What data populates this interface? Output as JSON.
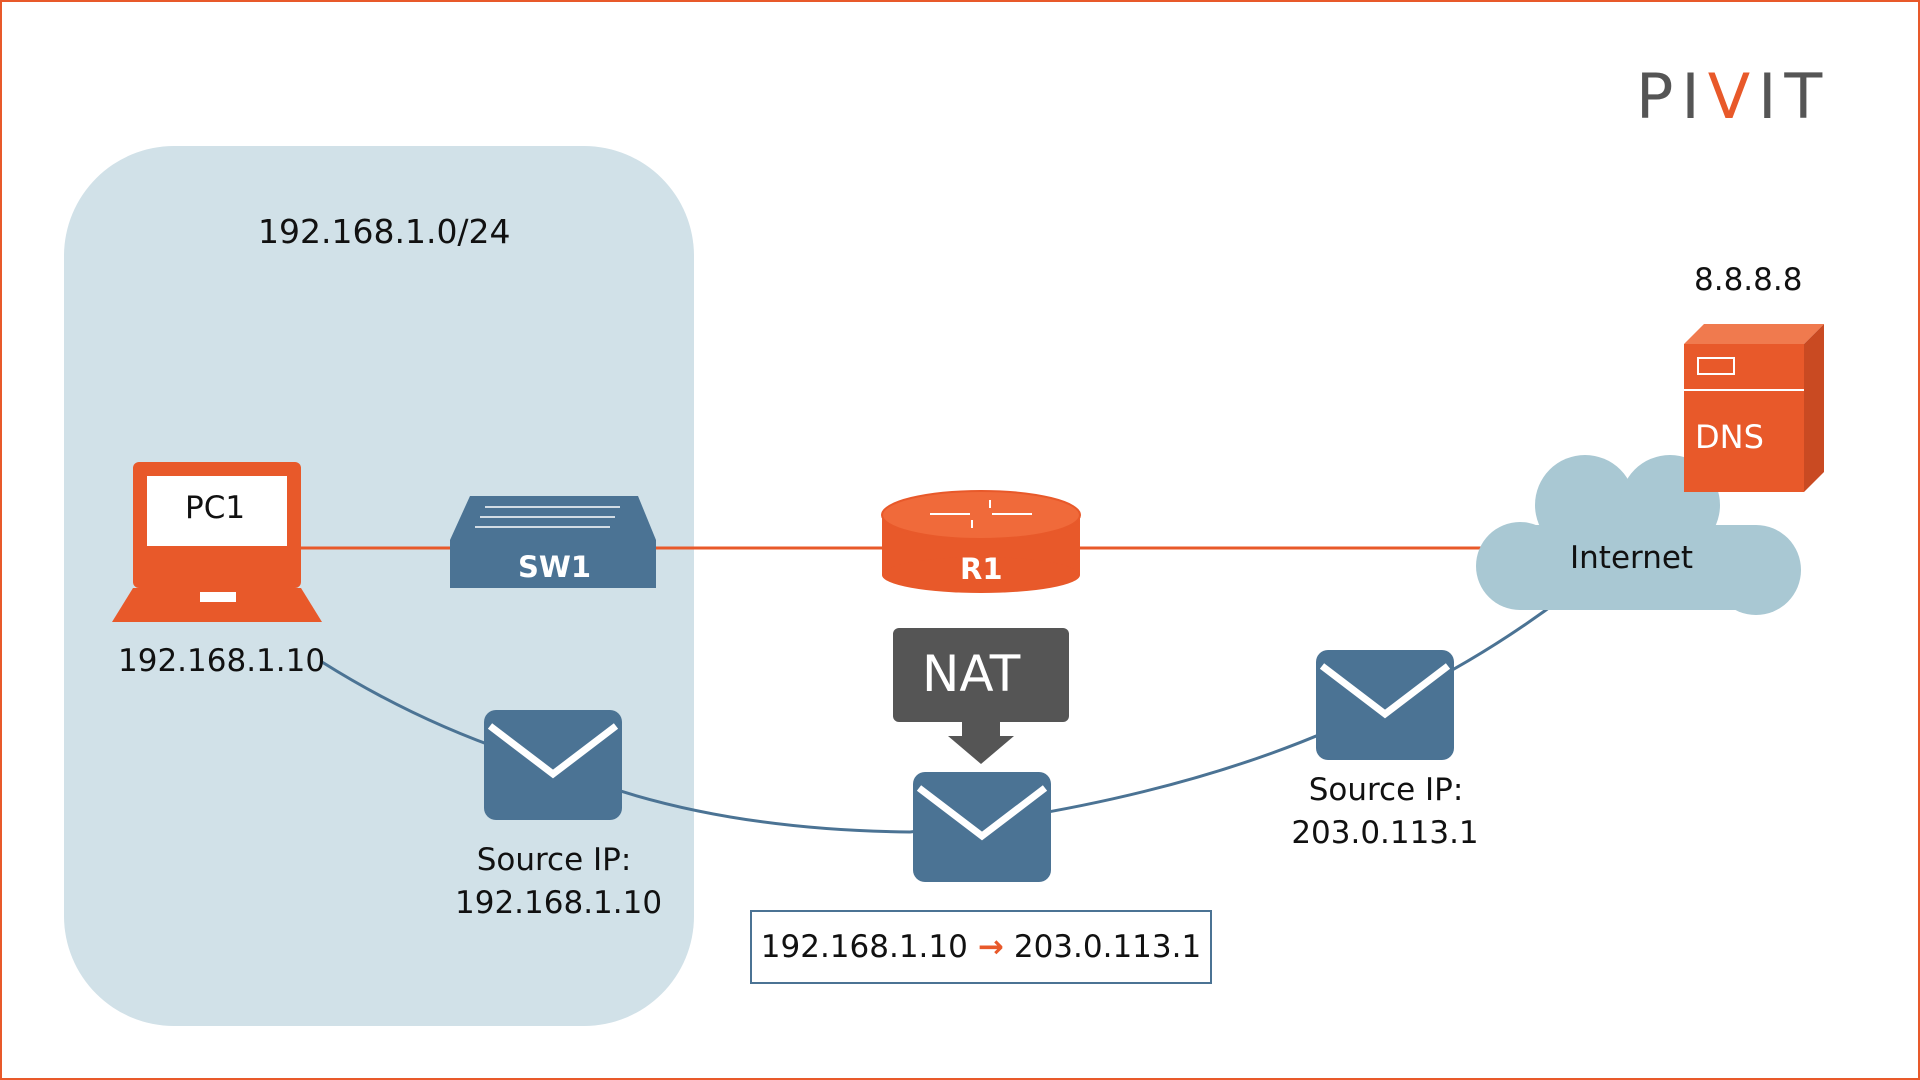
{
  "logo": {
    "part1": "PI",
    "part2": "V",
    "part3": "IT"
  },
  "network": {
    "subnet_label": "192.168.1.0/24"
  },
  "pc": {
    "name": "PC1",
    "ip": "192.168.1.10"
  },
  "switch": {
    "name": "SW1"
  },
  "router": {
    "name": "R1"
  },
  "nat": {
    "label": "NAT",
    "from_ip": "192.168.1.10",
    "to_ip": "203.0.113.1",
    "arrow": "→"
  },
  "internet": {
    "label": "Internet"
  },
  "dns": {
    "label": "DNS",
    "ip": "8.8.8.8"
  },
  "packet_before": {
    "line1": "Source IP:",
    "line2": "192.168.1.10"
  },
  "packet_after": {
    "line1": "Source IP:",
    "line2": "203.0.113.1"
  },
  "colors": {
    "accent": "#e8592a",
    "steel": "#4b7394",
    "lan_bg": "#d1e1e8",
    "cloud": "#a9c8d3",
    "nat_box": "#555555"
  }
}
